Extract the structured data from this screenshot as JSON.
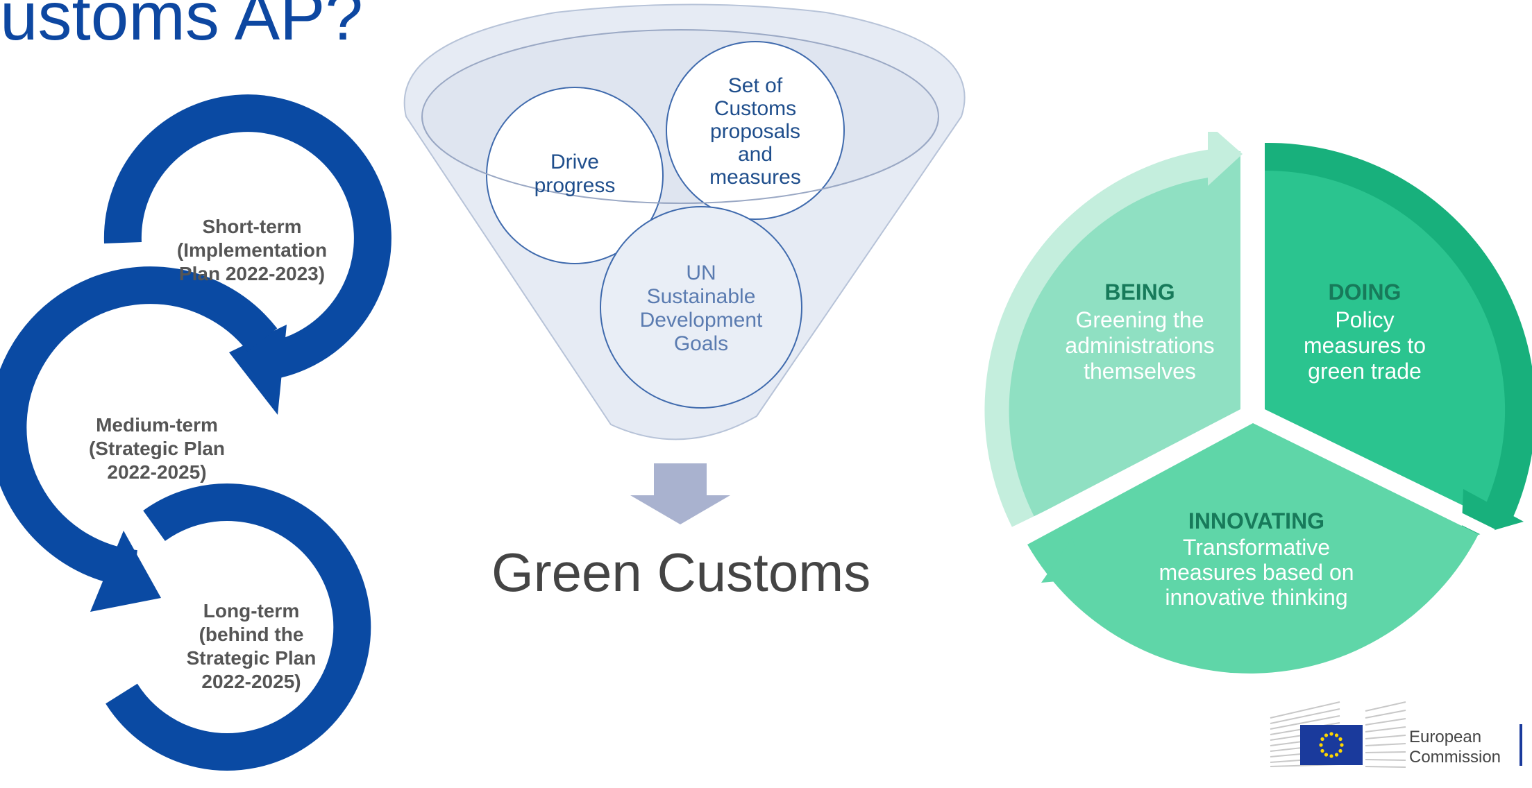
{
  "title": "ustoms AP?",
  "timeline": {
    "short_term": [
      "Short-term",
      "(Implementation",
      "Plan 2022-2023)"
    ],
    "medium_term": [
      "Medium-term",
      "(Strategic Plan",
      "2022-2025)"
    ],
    "long_term": [
      "Long-term",
      "(behind the",
      "Strategic Plan",
      "2022-2025)"
    ],
    "arrow_color": "#0a4aa3",
    "text_color": "#555555"
  },
  "funnel": {
    "circle_drive": [
      "Drive",
      "progress"
    ],
    "circle_customs": [
      "Set of",
      "Customs",
      "proposals",
      "and",
      "measures"
    ],
    "circle_un": [
      "UN",
      "Sustainable",
      "Development",
      "Goals"
    ],
    "result": "Green Customs",
    "text_color": "#1f4e8c",
    "un_text_color": "#5a7bb0"
  },
  "cycle": {
    "being": {
      "heading": "BEING",
      "lines": [
        "Greening the",
        "administrations",
        "themselves"
      ]
    },
    "doing": {
      "heading": "DOING",
      "lines": [
        "Policy",
        "measures to",
        "green trade"
      ]
    },
    "innovating": {
      "heading": "INNOVATING",
      "lines": [
        "Transformative",
        "measures based on",
        "innovative thinking"
      ]
    },
    "colors": {
      "being": "#8fe0c2",
      "doing": "#2bc48f",
      "innovating": "#5fd6a8",
      "heading": "#177a5a"
    }
  },
  "logo": {
    "line1": "European",
    "line2": "Commission",
    "flag_color": "#1a3a9c",
    "star_color": "#ffd700"
  }
}
